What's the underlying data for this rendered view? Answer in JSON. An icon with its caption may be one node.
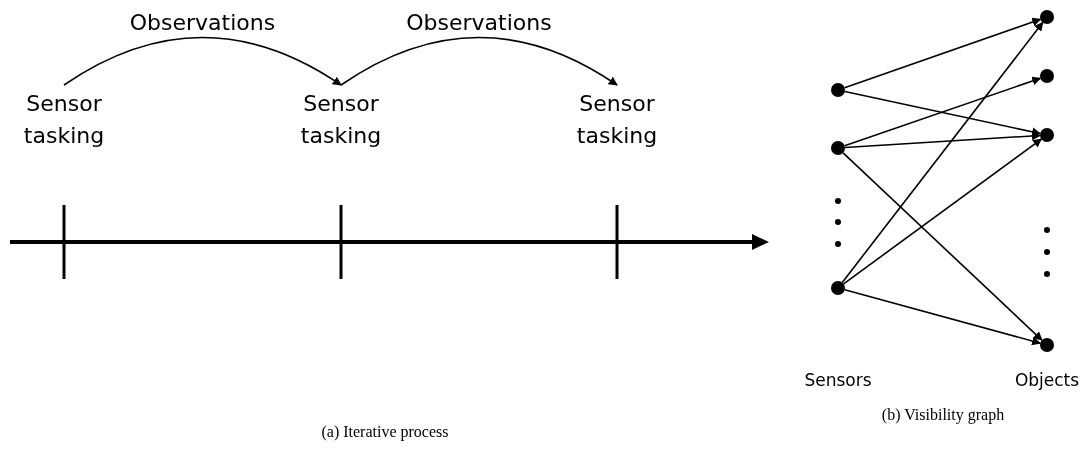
{
  "diagram": {
    "nodes": [
      {
        "text": [
          "Sensor tasking"
        ]
      },
      {
        "text": [
          "Sensor tasking"
        ]
      },
      {
        "text": [
          "Sensor tasking"
        ]
      },
      {
        "text": [],
        "shape": "circle"
      },
      {
        "text": [],
        "shape": "circle"
      },
      {
        "text": [],
        "shape": "circle"
      },
      {
        "text": [],
        "shape": "circle"
      },
      {
        "text": [],
        "shape": "circle"
      },
      {
        "text": [],
        "shape": "circle"
      },
      {
        "text": [],
        "shape": "circle"
      }
    ],
    "edges": [
      {
        "from": 0,
        "to": 1,
        "arrow": "to",
        "label": "Observations"
      },
      {
        "from": 1,
        "to": 2,
        "arrow": "to",
        "label": "Observations"
      },
      {
        "from": 3,
        "to": 6,
        "arrow": "to"
      },
      {
        "from": 3,
        "to": 8,
        "arrow": "to"
      },
      {
        "from": 4,
        "to": 7,
        "arrow": "to"
      },
      {
        "from": 4,
        "to": 8,
        "arrow": "to"
      },
      {
        "from": 4,
        "to": 9,
        "arrow": "to"
      },
      {
        "from": 5,
        "to": 6,
        "arrow": "to"
      },
      {
        "from": 5,
        "to": 8,
        "arrow": "to"
      },
      {
        "from": 5,
        "to": 9,
        "arrow": "to"
      }
    ],
    "labels": [
      "Sensors",
      "Objects",
      "(a) Iterative process",
      "(b) Visibility graph"
    ]
  }
}
